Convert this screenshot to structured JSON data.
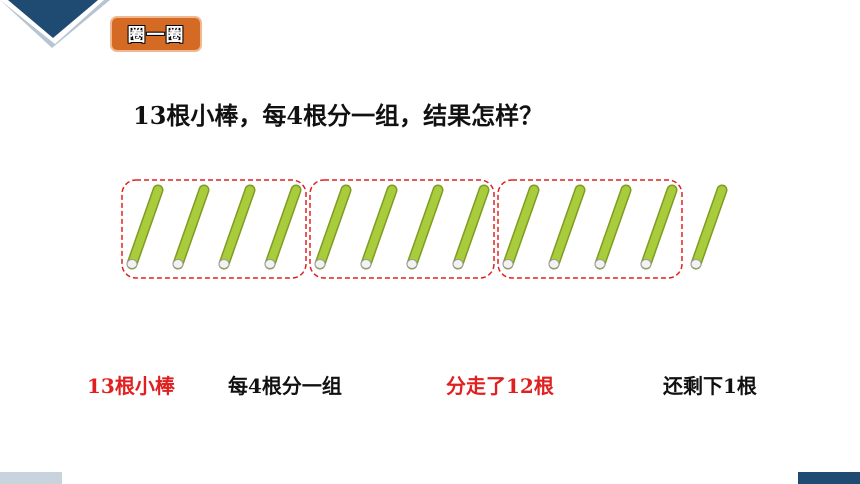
{
  "badge": {
    "label": "圈一圈"
  },
  "question": {
    "text": "13根小棒，每4根分一组，结果怎样？"
  },
  "sticks": {
    "total": 13,
    "group_size": 4,
    "groups": 3
  },
  "captions": [
    {
      "text": "13根小棒",
      "color": "#e02020"
    },
    {
      "text": "每4根分一组",
      "color": "#111111"
    },
    {
      "text": "分走了12根",
      "color": "#e02020"
    },
    {
      "text": "还剩下1根",
      "color": "#111111"
    }
  ],
  "colors": {
    "accent_dark": "#1f4a72",
    "accent_light": "#c9d3de",
    "badge": "#d46a24",
    "stick": "#a8cc3c",
    "group_border": "#e02020"
  }
}
